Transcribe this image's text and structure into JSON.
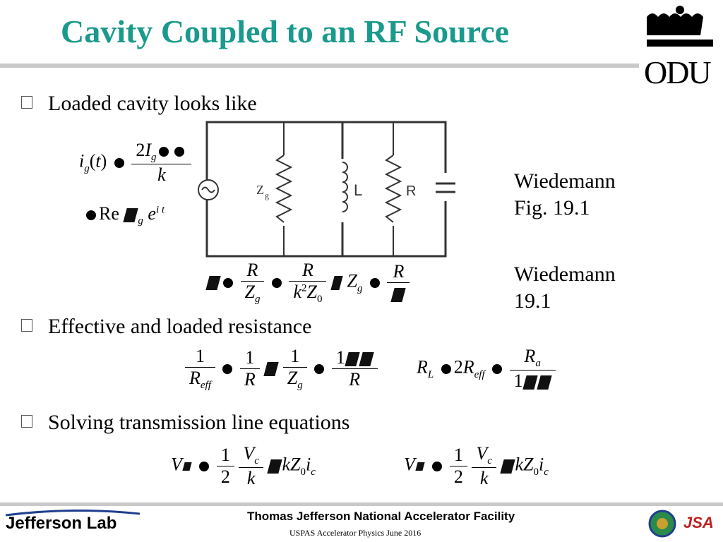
{
  "slide": {
    "title": "Cavity Coupled to an RF Source",
    "bullets": [
      "Loaded cavity looks like",
      "Effective and loaded resistance",
      "Solving transmission line equations"
    ],
    "references": [
      {
        "line1": "Wiedemann",
        "line2": "Fig. 19.1"
      },
      {
        "line1": "Wiedemann",
        "line2": "19.1"
      }
    ],
    "circuit_labels": {
      "zg": "Z",
      "zg_sub": "g",
      "L": "L",
      "R": "R",
      "C": "C"
    }
  },
  "footer": {
    "org": "Thomas Jefferson National Accelerator Facility",
    "course": "USPAS Accelerator Physics June 2016",
    "left_logo_text": "Jefferson Lab",
    "right_logo_text": "JSA",
    "odu_logo_text": "ODU"
  },
  "colors": {
    "title": "#1a9a8c",
    "rule": "#c9c9c9",
    "jlab_blue": "#1f3f8f"
  }
}
